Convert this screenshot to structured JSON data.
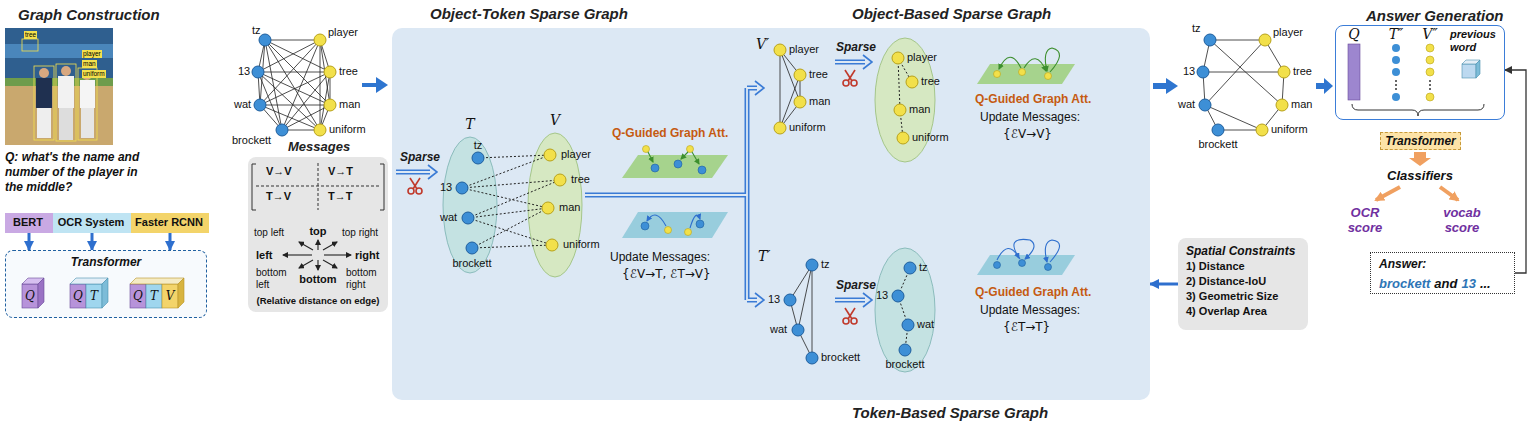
{
  "diagram": {
    "nodes": [
      {
        "text": [
          "BERT"
        ]
      },
      {
        "text": [
          "OCR System"
        ]
      },
      {
        "text": [
          "Faster RCNN"
        ]
      },
      {
        "text": [
          "Transformer"
        ]
      },
      {
        "text": [
          "Messages",
          "V→V",
          "V→T",
          "T→V",
          "T→T",
          "top",
          "top left",
          "top right",
          "left",
          "right",
          "bottom left",
          "bottom",
          "bottom right",
          "(Relative distance on edge)"
        ]
      },
      {
        "text": [
          "Object-Token Sparse Graph",
          "Object-Based Sparse Graph",
          "Token-Based Sparse Graph"
        ]
      },
      {
        "text": [
          "Spatial Constraints",
          "1) Distance",
          "2) Distance-IoU",
          "3) Geometric Size",
          "4) Overlap Area"
        ]
      },
      {
        "text": [
          "Answer Generation"
        ]
      },
      {
        "text": [
          "Transformer"
        ]
      },
      {
        "text": [
          "Answer:",
          "brockett",
          "and",
          "13",
          "..."
        ]
      }
    ],
    "edges": [
      {
        "from": 0,
        "to": 3,
        "arrow": "to"
      },
      {
        "from": 1,
        "to": 3,
        "arrow": "to"
      },
      {
        "from": 2,
        "to": 3,
        "arrow": "to"
      },
      {
        "from": 6,
        "to": 5,
        "arrow": "to"
      },
      {
        "from": 9,
        "to": 7,
        "arrow": "to"
      }
    ],
    "labels": [
      "Graph Construction",
      "tree",
      "player",
      "man",
      "uniform",
      "Q: what's the name and number of the player in the middle?",
      "Q",
      "Q",
      "T",
      "Q",
      "T",
      "V",
      "tz",
      "player",
      "13",
      "tree",
      "wat",
      "man",
      "brockett",
      "uniform",
      "Sparse",
      "T",
      "V",
      "tz",
      "13",
      "wat",
      "brockett",
      "player",
      "tree",
      "man",
      "uniform",
      "Q-Guided Graph Att.",
      "Update Messages:",
      "{ℰV→T, ℰT→V}",
      "V′",
      "player",
      "tree",
      "man",
      "uniform",
      "Sparse",
      "player",
      "tree",
      "man",
      "uniform",
      "Q-Guided Graph Att.",
      "Update Messages:",
      "{ℰV→V}",
      "T′",
      "tz",
      "13",
      "wat",
      "brockett",
      "Sparse",
      "tz",
      "13",
      "wat",
      "brockett",
      "Q-Guided Graph Att.",
      "Update Messages:",
      "{ℰT→T}",
      "tz",
      "player",
      "13",
      "tree",
      "wat",
      "man",
      "brockett",
      "uniform",
      "Q",
      "T″",
      "V″",
      "previous word",
      "Classifiers",
      "OCR score",
      "vocab score"
    ]
  }
}
